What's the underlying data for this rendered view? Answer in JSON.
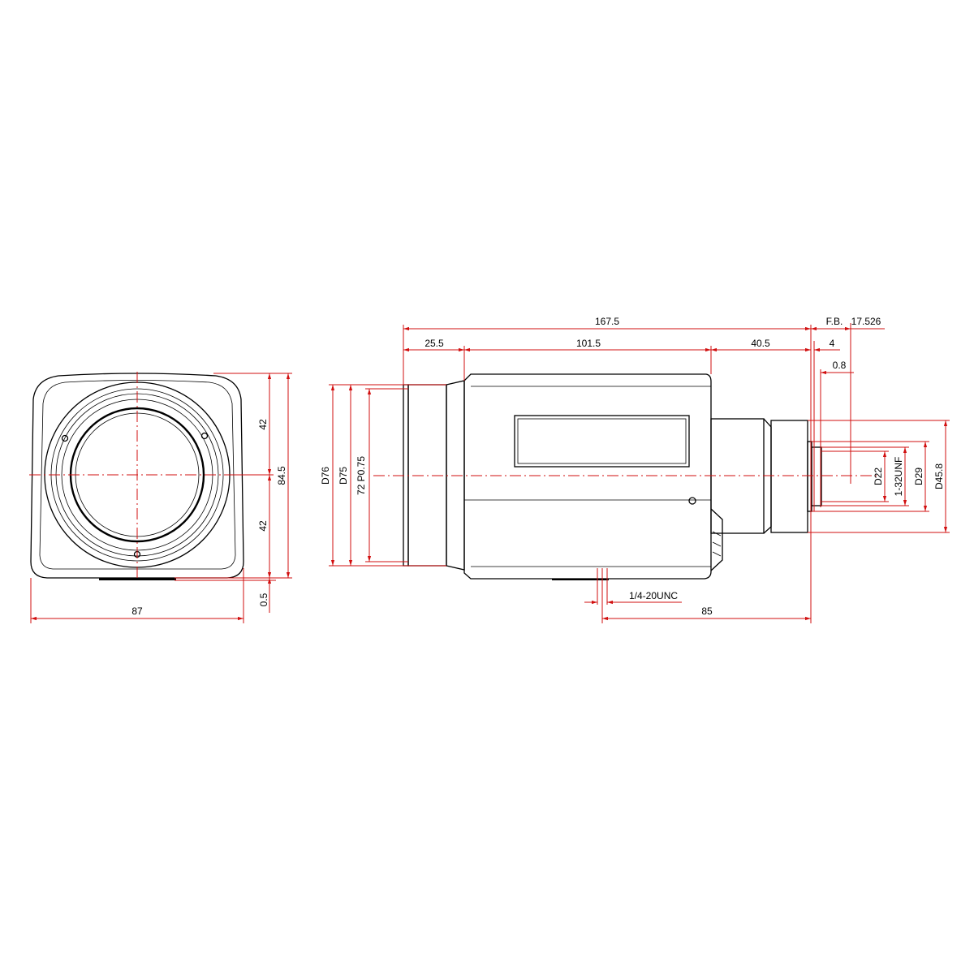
{
  "colors": {
    "outline": "#000000",
    "dimension": "#d10f0f",
    "background": "#ffffff"
  },
  "front_view": {
    "upper_half_height": "42",
    "lower_half_height": "42",
    "total_height": "84.5",
    "width": "87",
    "bottom_offset": "0.5"
  },
  "side_view": {
    "overall_length": "167.5",
    "front_section_length": "25.5",
    "body_length": "101.5",
    "rear_section_length": "40.5",
    "flange_back_label": "F.B.",
    "flange_back_value": "17.526",
    "rear_thickness": "4",
    "mount_offset": "0.8",
    "diameter_outer": "D76",
    "diameter_front": "D75",
    "filter_thread": "72 P0.75",
    "mount_inner_diameter": "D22",
    "mount_thread": "1-32UNF",
    "mount_diameter": "D29",
    "rear_diameter": "D45.8",
    "tripod_thread": "1/4-20UNC",
    "tripod_to_flange": "85"
  }
}
